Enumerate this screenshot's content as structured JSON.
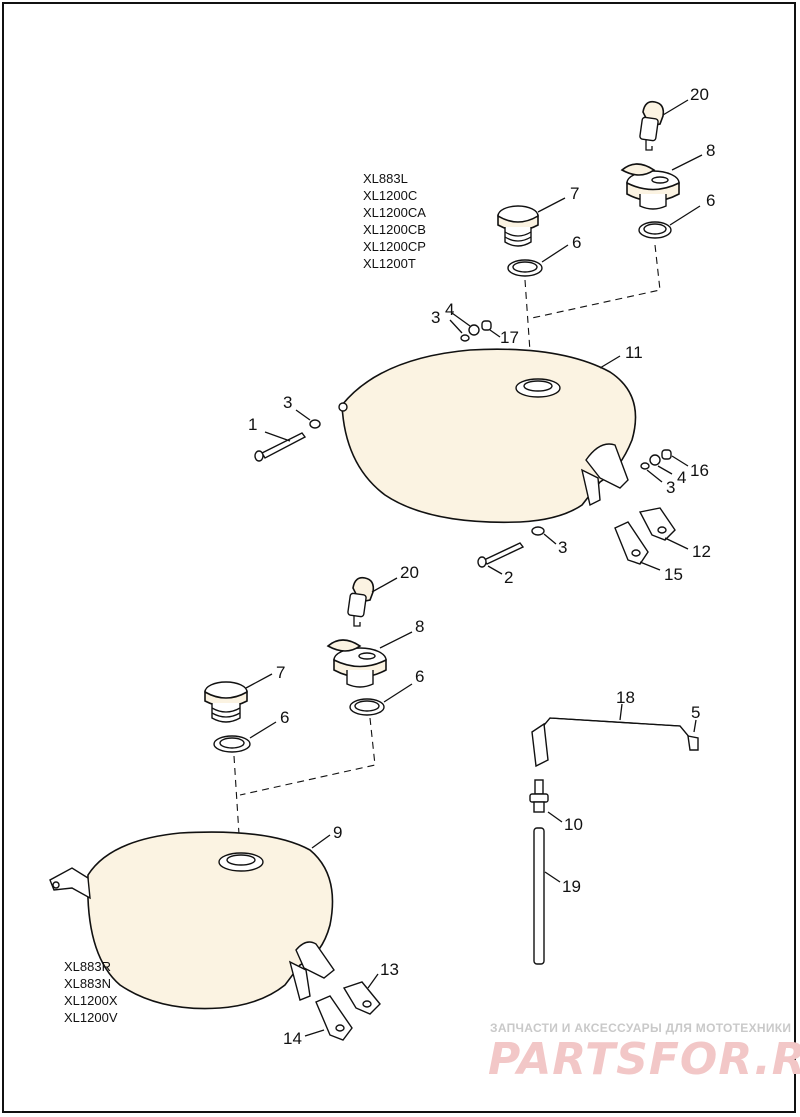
{
  "models": {
    "upper": [
      "XL883L",
      "XL1200C",
      "XL1200CA",
      "XL1200CB",
      "XL1200CP",
      "XL1200T"
    ],
    "lower": [
      "XL883R",
      "XL883N",
      "XL1200X",
      "XL1200V"
    ]
  },
  "callouts": {
    "upper": {
      "c20": "20",
      "c8": "8",
      "c6a": "6",
      "c7": "7",
      "c6b": "6",
      "c4a": "4",
      "c3a": "3",
      "c17": "17",
      "c11": "11",
      "c1": "1",
      "c3b": "3",
      "c16": "16",
      "c4b": "4",
      "c3c": "3",
      "c3d": "3",
      "c2": "2",
      "c12": "12",
      "c15": "15"
    },
    "lower": {
      "c20": "20",
      "c8": "8",
      "c7": "7",
      "c6a": "6",
      "c6b": "6",
      "c9": "9",
      "c13": "13",
      "c14": "14",
      "c18": "18",
      "c5": "5",
      "c10": "10",
      "c19": "19"
    }
  },
  "watermark": {
    "caption": "ЗАПЧАСТИ И АКСЕССУАРЫ ДЛЯ МОТОТЕХНИКИ",
    "brand": "PARTSFOR.RU"
  }
}
